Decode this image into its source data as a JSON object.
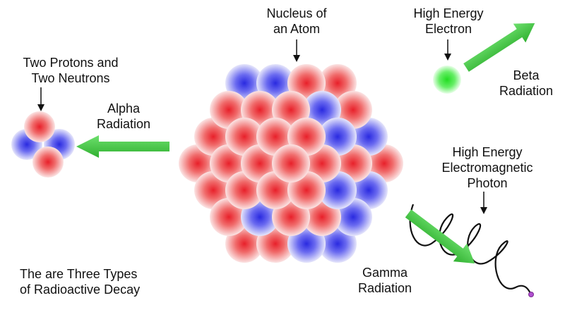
{
  "labels": {
    "nucleus": [
      "Nucleus of",
      "an Atom"
    ],
    "high_energy_electron": [
      "High Energy",
      "Electron"
    ],
    "beta": [
      "Beta",
      "Radiation"
    ],
    "protons_neutrons": [
      "Two Protons and",
      "Two Neutrons"
    ],
    "alpha": [
      "Alpha",
      "Radiation"
    ],
    "photon": [
      "High Energy",
      "Electromagnetic",
      "Photon"
    ],
    "gamma": [
      "Gamma",
      "Radiation"
    ],
    "caption": [
      "The are Three Types",
      "of Radioactive Decay"
    ]
  },
  "colors": {
    "proton": "#e8202a",
    "neutron": "#2a2ae0",
    "arrow": "#3cc43c",
    "electron": "#22dd22",
    "wave": "#111111",
    "wave_end": "#b050d0"
  }
}
